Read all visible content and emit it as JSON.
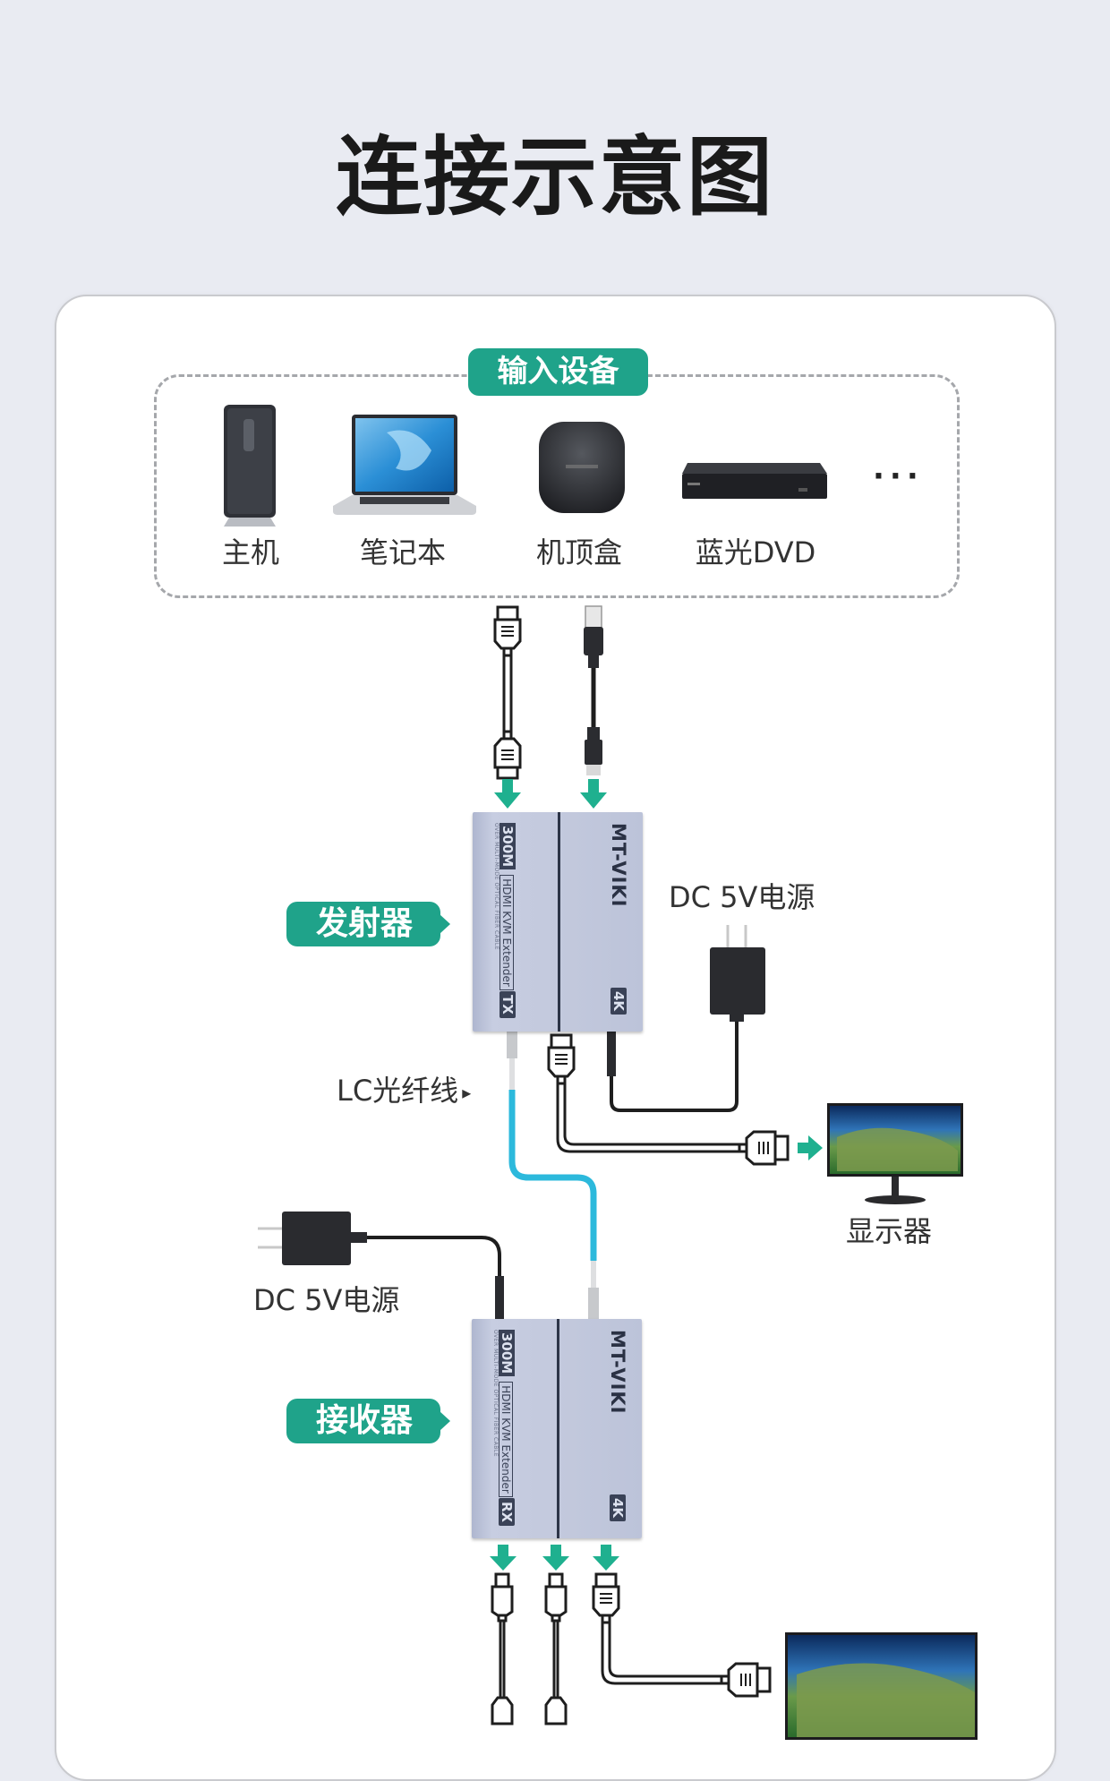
{
  "title": "连接示意图",
  "input_section": {
    "badge": "输入设备",
    "devices": [
      {
        "label": "主机",
        "icon": "pc-tower-icon"
      },
      {
        "label": "笔记本",
        "icon": "laptop-icon"
      },
      {
        "label": "机顶盒",
        "icon": "set-top-box-icon"
      },
      {
        "label": "蓝光DVD",
        "icon": "bluray-dvd-player-icon"
      }
    ],
    "more": "···"
  },
  "transmitter": {
    "badge": "发射器",
    "model_tag": "300M",
    "model_text": "HDMI KVM Extender",
    "sub_text": "OVER MULTI-MODE OPTICAL FIBER CABLE",
    "brand": "MT-VIKI",
    "unit_tag": "TX",
    "resolution_tag": "4K",
    "power_label": "DC 5V电源",
    "fiber_label": "LC光纤线",
    "fiber_marker": "▸",
    "monitor_label": "显示器"
  },
  "receiver": {
    "badge": "接收器",
    "model_tag": "300M",
    "model_text": "HDMI KVM Extender",
    "sub_text": "OVER MULTI-MODE OPTICAL FIBER CABLE",
    "brand": "MT-VIKI",
    "unit_tag": "RX",
    "resolution_tag": "4K",
    "power_label": "DC 5V电源"
  },
  "colors": {
    "accent": "#1fa38a",
    "fiber": "#2cb9dc",
    "background": "#e9ebf2",
    "device": "#c3c9dd"
  }
}
